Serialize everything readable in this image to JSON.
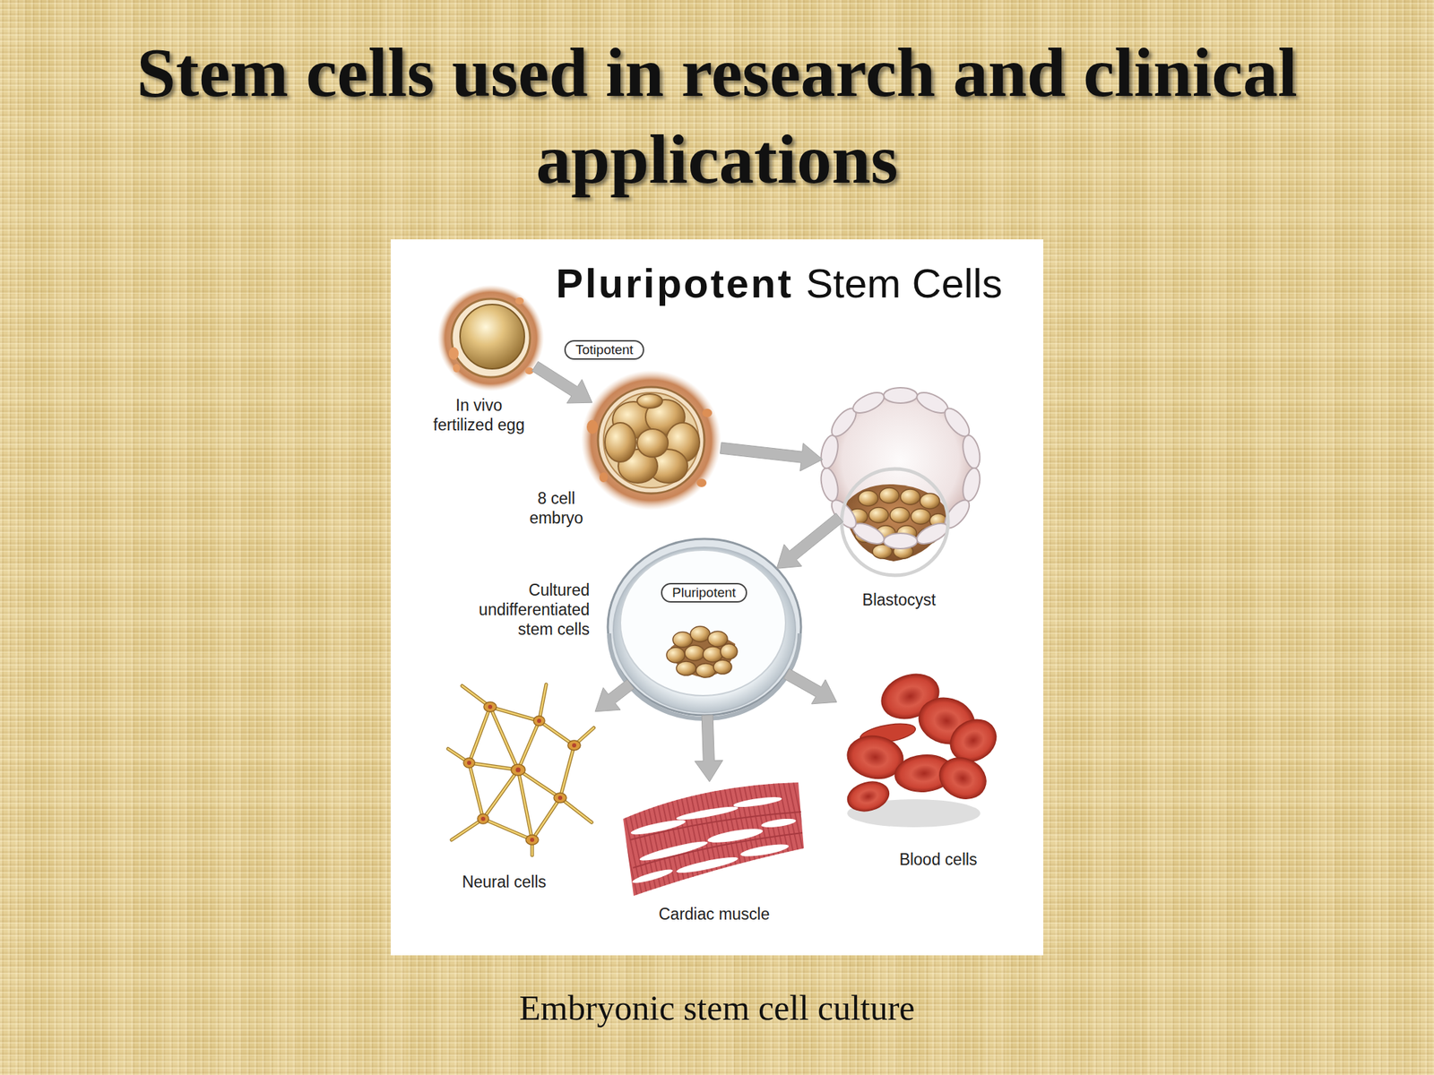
{
  "diagram": {
    "title": "Stem cells used in research and clinical applications",
    "caption": "Embryonic stem cell culture",
    "nodes": [
      {
        "text": [
          "In vivo fertilized egg"
        ]
      },
      {
        "text": [
          "Totipotent"
        ]
      },
      {
        "text": [
          "8 cell embryo"
        ]
      },
      {
        "text": [
          "Blastocyst"
        ]
      },
      {
        "text": [
          "Cultured undifferentiated stem cells"
        ]
      },
      {
        "text": [
          "Pluripotent"
        ],
        "in": 4
      },
      {
        "text": [
          "Neural cells"
        ]
      },
      {
        "text": [
          "Cardiac muscle"
        ]
      },
      {
        "text": [
          "Blood cells"
        ]
      }
    ],
    "edges": [
      {
        "from": 0,
        "to": 2,
        "arrow": "to"
      },
      {
        "from": 2,
        "to": 3,
        "arrow": "to"
      },
      {
        "from": 3,
        "to": 4,
        "arrow": "to"
      },
      {
        "from": 4,
        "to": 6,
        "arrow": "to"
      },
      {
        "from": 4,
        "to": 7,
        "arrow": "to"
      },
      {
        "from": 4,
        "to": 8,
        "arrow": "to"
      }
    ],
    "labels": [
      "Pluripotent",
      "Stem Cells"
    ]
  }
}
